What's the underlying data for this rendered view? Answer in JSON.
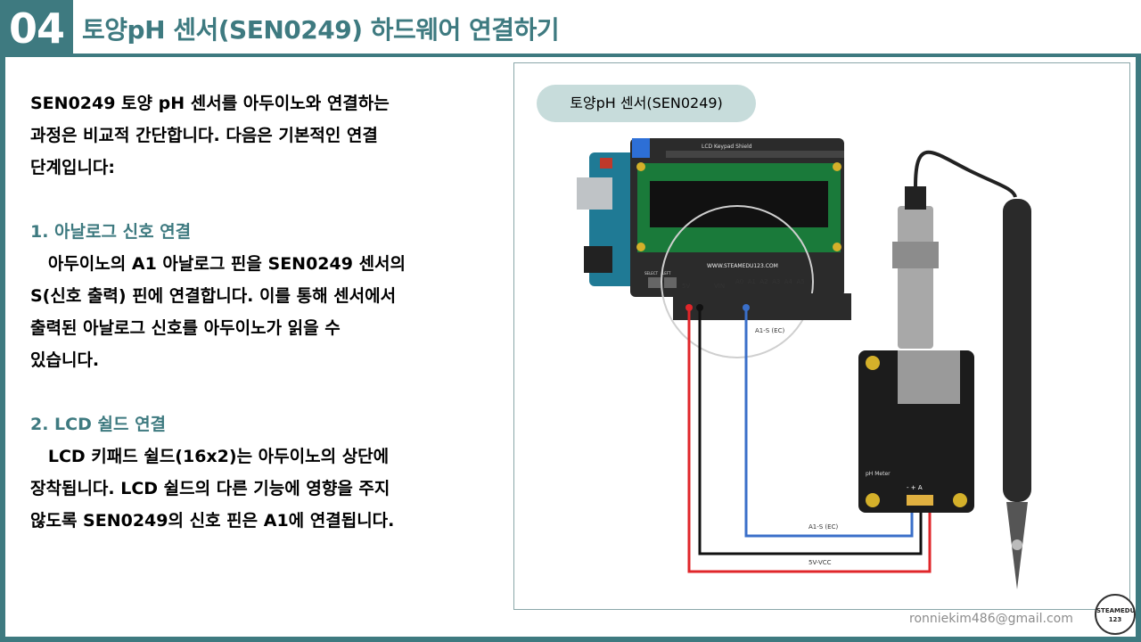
{
  "header": {
    "number": "04",
    "title": "토양pH 센서(SEN0249) 하드웨어 연결하기"
  },
  "body": {
    "intro": [
      "SEN0249 토양 pH 센서를 아두이노와 연결하는",
      "과정은 비교적 간단합니다. 다음은 기본적인 연결",
      "단계입니다:"
    ],
    "section1": {
      "heading": "1. 아날로그 신호 연결",
      "lines": [
        "   아두이노의 A1 아날로그 핀을 SEN0249 센서의",
        "S(신호 출력) 핀에 연결합니다. 이를 통해 센서에서",
        "출력된 아날로그 신호를 아두이노가 읽을 수",
        "있습니다."
      ]
    },
    "section2": {
      "heading": "2. LCD 쉴드 연결",
      "lines": [
        "   LCD 키패드 쉴드(16x2)는 아두이노의 상단에",
        "장착됩니다. LCD 쉴드의 다른 기능에 영향을 주지",
        "않도록 SEN0249의 신호 핀은 A1에 연결됩니다."
      ]
    }
  },
  "figure": {
    "pill_label": "토양pH 센서(SEN0249)",
    "shield_title": "LCD Keypad Shield",
    "shield_url": "WWW.STEAMEDU123.COM",
    "btn_select": "SELECT",
    "btn_left": "LEFT",
    "pin_5v": "5V",
    "pin_vin": "VIN",
    "pins_analog": "A0  A1  A2  A3  A4  A5",
    "label_a1_top": "A1-S (EC)",
    "label_a1_bottom": "A1-S (EC)",
    "label_5v": "5V-VCC",
    "board_label": "pH Meter",
    "board_pins": "- + A"
  },
  "footer": {
    "email": "ronniekim486@gmail.com",
    "logo_text": "STEAMEDU 123"
  },
  "colors": {
    "accent": "#3e7a80",
    "pill": "#c7dcdb",
    "wire_red": "#e0262a",
    "wire_blue": "#3a6fc9",
    "wire_black": "#111111"
  }
}
